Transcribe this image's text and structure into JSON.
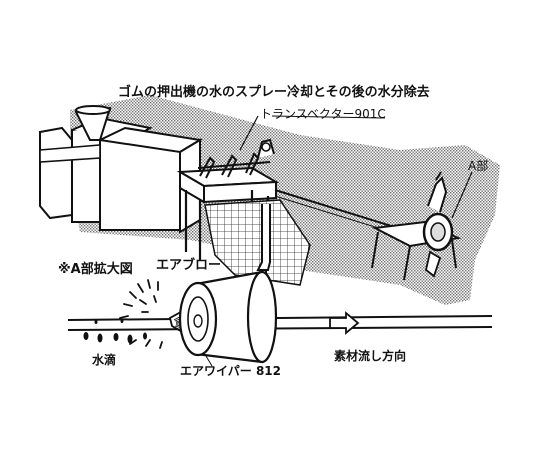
{
  "title": "ゴムの押出機の水のスプレー冷却とその後の水分除去",
  "labels": {
    "transvector": "トランスベクター901C",
    "a_part": "A部",
    "detail": "※A部拡大図",
    "air_blow": "エアブロー",
    "water_drops": "水滴",
    "air_wiper": "エアワイパー 812",
    "flow_direction": "素材流し方向"
  },
  "colors": {
    "ink": "#111111",
    "floor_hatch": "#8c8c8c",
    "paper": "#ffffff"
  }
}
